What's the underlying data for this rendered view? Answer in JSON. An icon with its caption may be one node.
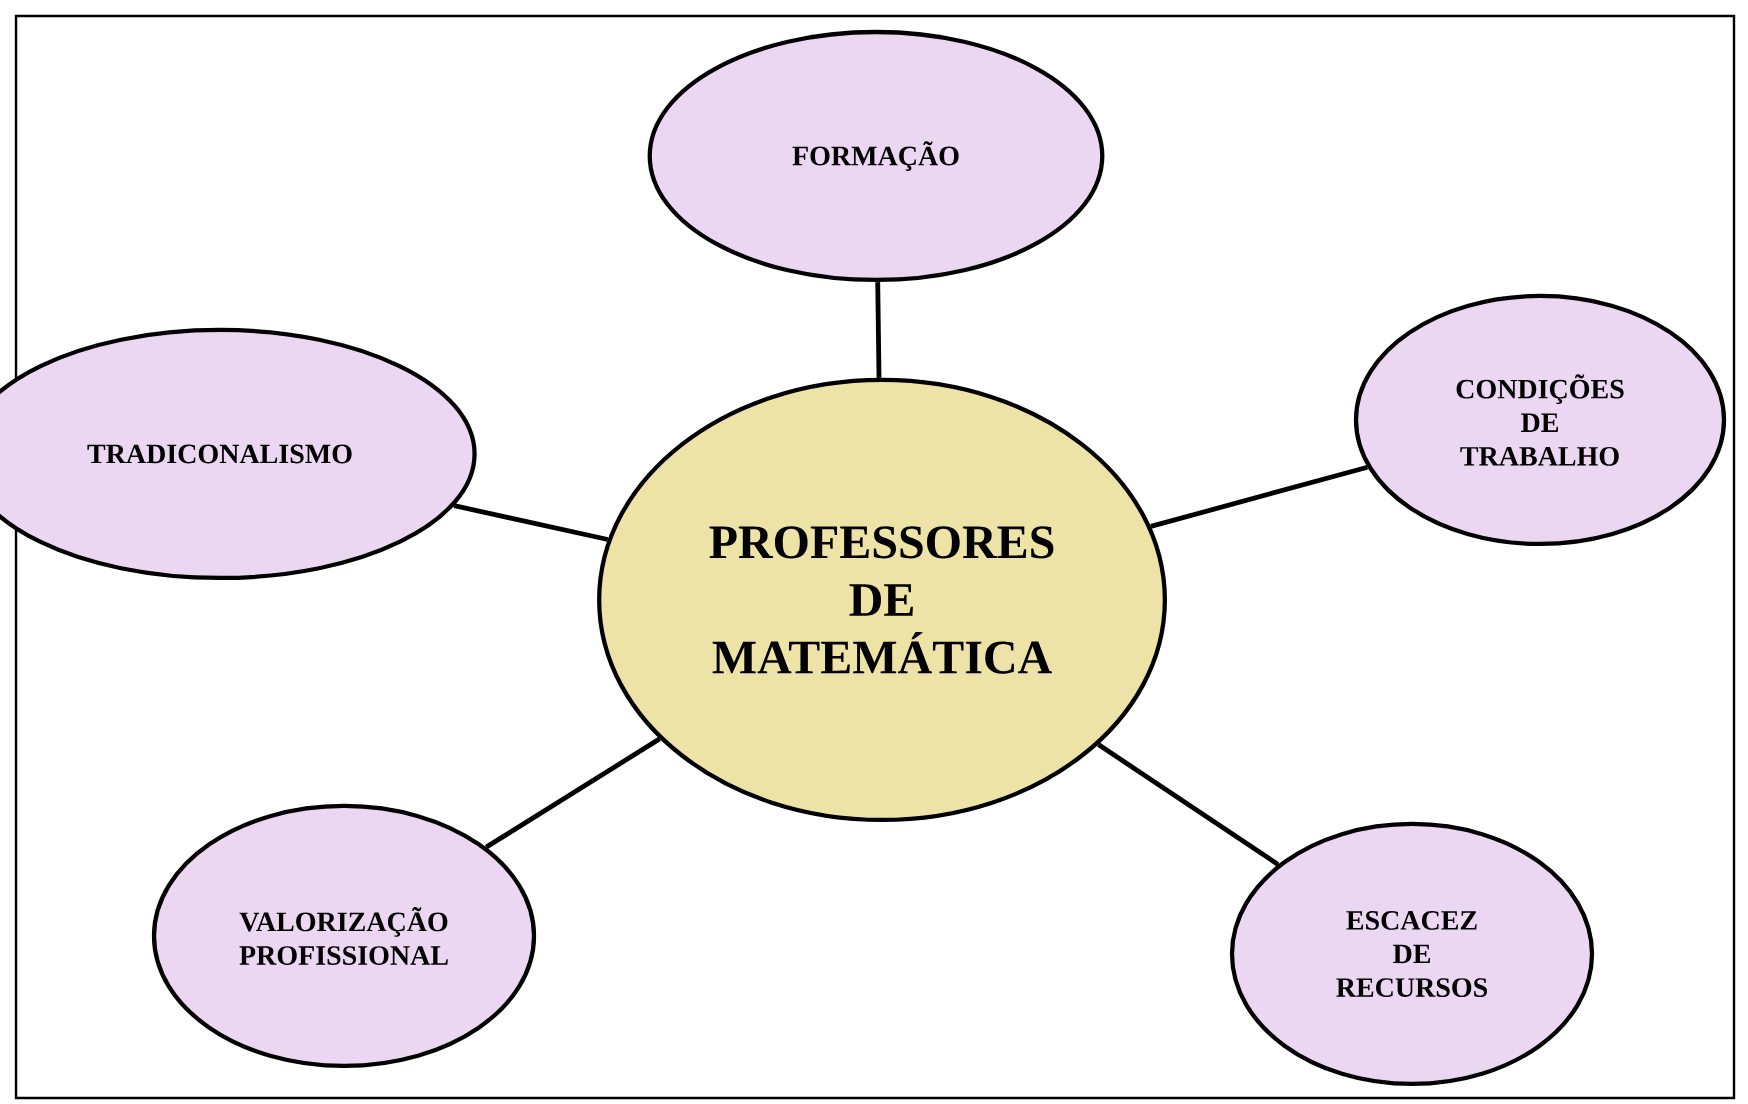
{
  "diagram": {
    "nodes": [
      {
        "text": [
          "PROFESSORES DE MATEMÁTICA"
        ]
      },
      {
        "text": [
          "FORMAÇÃO"
        ]
      },
      {
        "text": [
          "TRADICONALISMO"
        ]
      },
      {
        "text": [
          "CONDIÇÕES DE TRABALHO"
        ]
      },
      {
        "text": [
          "VALORIZAÇÃO PROFISSIONAL"
        ]
      },
      {
        "text": [
          "ESCACEZ DE RECURSOS"
        ]
      }
    ],
    "edges": [
      {
        "from": 0,
        "to": 1,
        "arrow": "none"
      },
      {
        "from": 0,
        "to": 2,
        "arrow": "none"
      },
      {
        "from": 0,
        "to": 3,
        "arrow": "none"
      },
      {
        "from": 0,
        "to": 4,
        "arrow": "none"
      },
      {
        "from": 0,
        "to": 5,
        "arrow": "none"
      }
    ]
  }
}
